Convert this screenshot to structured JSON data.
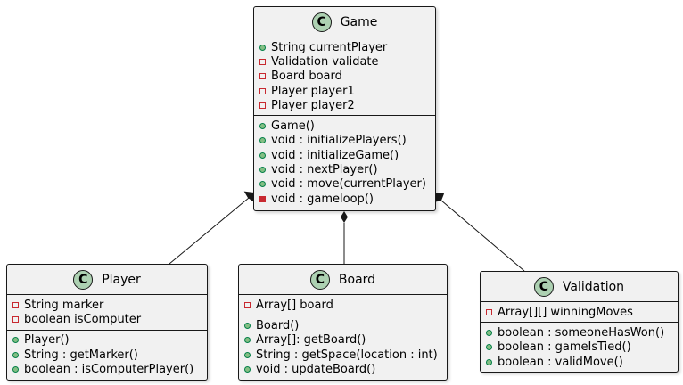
{
  "colors": {
    "class_fill": "#f1f1f1",
    "border": "#181818",
    "badge_fill": "#add1b2",
    "public_fill": "#84be84",
    "public_border": "#038048",
    "private": "#c82930"
  },
  "classes": {
    "game": {
      "badge": "C",
      "name": "Game",
      "fields": [
        {
          "vis": "public",
          "text": "String currentPlayer"
        },
        {
          "vis": "private",
          "text": "Validation validate"
        },
        {
          "vis": "private",
          "text": "Board board"
        },
        {
          "vis": "private",
          "text": "Player player1"
        },
        {
          "vis": "private",
          "text": "Player player2"
        }
      ],
      "methods": [
        {
          "vis": "public",
          "text": "Game()"
        },
        {
          "vis": "public",
          "text": "void : initializePlayers()"
        },
        {
          "vis": "public",
          "text": "void : initializeGame()"
        },
        {
          "vis": "public",
          "text": "void : nextPlayer()"
        },
        {
          "vis": "public",
          "text": "void : move(currentPlayer)"
        },
        {
          "vis": "private",
          "text": "void : gameloop()"
        }
      ]
    },
    "player": {
      "badge": "C",
      "name": "Player",
      "fields": [
        {
          "vis": "private",
          "text": "String marker"
        },
        {
          "vis": "private",
          "text": "boolean isComputer"
        }
      ],
      "methods": [
        {
          "vis": "public",
          "text": "Player()"
        },
        {
          "vis": "public",
          "text": "String : getMarker()"
        },
        {
          "vis": "public",
          "text": "boolean : isComputerPlayer()"
        }
      ]
    },
    "board": {
      "badge": "C",
      "name": "Board",
      "fields": [
        {
          "vis": "private",
          "text": "Array[] board"
        }
      ],
      "methods": [
        {
          "vis": "public",
          "text": "Board()"
        },
        {
          "vis": "public",
          "text": "Array[]: getBoard()"
        },
        {
          "vis": "public",
          "text": "String : getSpace(location : int)"
        },
        {
          "vis": "public",
          "text": "void : updateBoard()"
        }
      ]
    },
    "validation": {
      "badge": "C",
      "name": "Validation",
      "fields": [
        {
          "vis": "private",
          "text": "Array[][] winningMoves"
        }
      ],
      "methods": [
        {
          "vis": "public",
          "text": "boolean : someoneHasWon()"
        },
        {
          "vis": "public",
          "text": "boolean : gameIsTied()"
        },
        {
          "vis": "public",
          "text": "boolean : validMove()"
        }
      ]
    }
  },
  "relations": [
    {
      "from": "game",
      "to": "player",
      "type": "composition"
    },
    {
      "from": "game",
      "to": "board",
      "type": "composition"
    },
    {
      "from": "game",
      "to": "validation",
      "type": "composition"
    }
  ]
}
